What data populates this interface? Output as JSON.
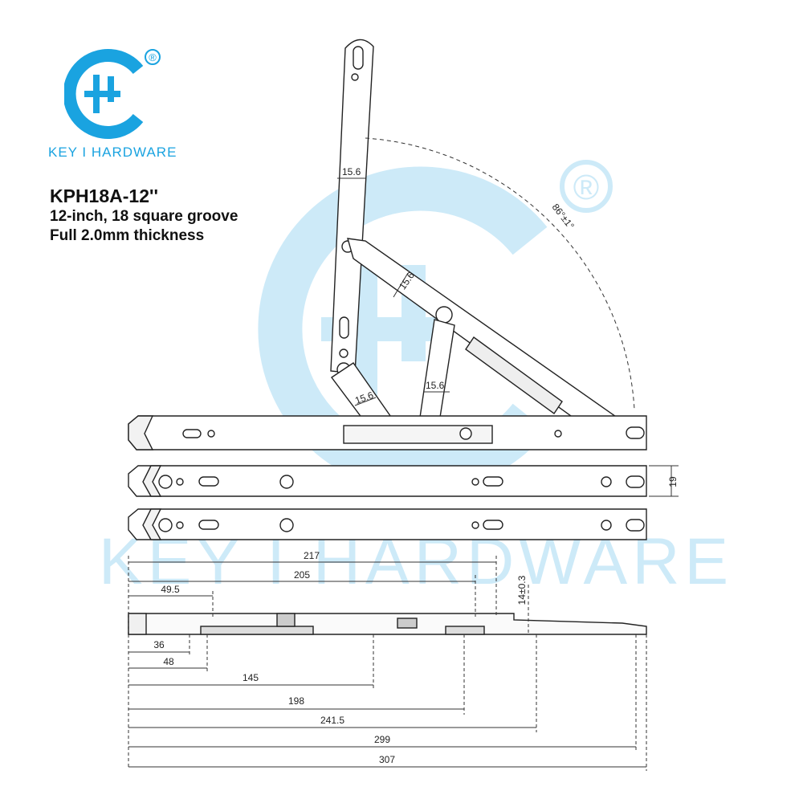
{
  "brand": {
    "name": "KEY I HARDWARE",
    "registered_mark": "®",
    "watermark_text": "KEY I HARDWARE",
    "color": "#1aa3e0",
    "watermark_color": "#cdeaf8"
  },
  "product": {
    "model": "KPH18A-12''",
    "line1": "12-inch, 18 square groove",
    "line2": "Full 2.0mm thickness"
  },
  "drawing": {
    "arm_widths": [
      "15.6",
      "15.6",
      "15.6",
      "15.6"
    ],
    "opening_angle": "86°±1°",
    "track_width": "19",
    "height": "14±0.3",
    "top_dimensions": [
      "217",
      "205",
      "49.5"
    ],
    "bottom_dimensions": [
      "36",
      "48",
      "145",
      "198",
      "241.5",
      "299",
      "307"
    ]
  }
}
